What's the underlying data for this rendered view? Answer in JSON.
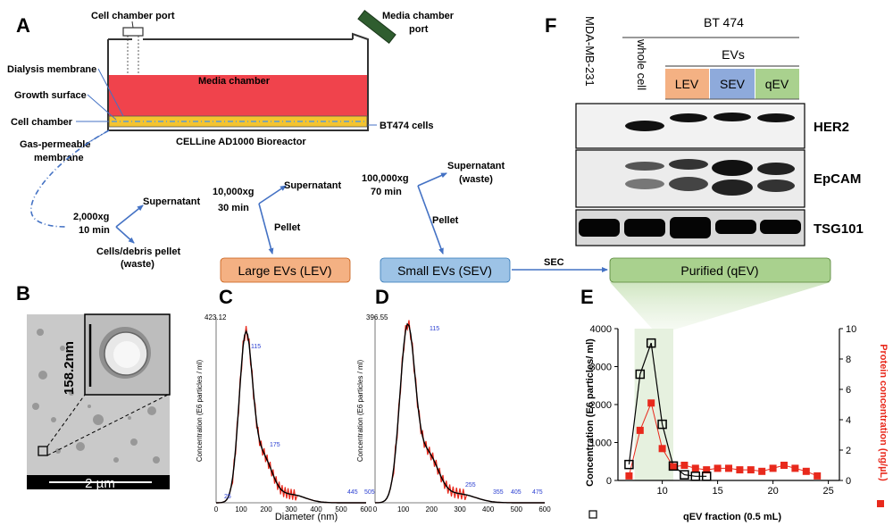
{
  "panels": {
    "A": "A",
    "B": "B",
    "C": "C",
    "D": "D",
    "E": "E",
    "F": "F"
  },
  "bioreactor": {
    "cell_chamber_port": "Cell chamber port",
    "media_chamber_port_line1": "Media chamber",
    "media_chamber_port_line2": "port",
    "media_chamber": "Media chamber",
    "dialysis_membrane": "Dialysis membrane",
    "growth_surface": "Growth surface",
    "cell_chamber": "Cell chamber",
    "gas_permeable_line1": "Gas-permeable",
    "gas_permeable_line2": "membrane",
    "bt474_cells": "BT474 cells",
    "name": "CELLine AD1000 Bioreactor"
  },
  "workflow": {
    "step1_speed": "2,000xg",
    "step1_time": "10 min",
    "pellet1_line1": "Cells/debris pellet",
    "pellet1_line2": "(waste)",
    "supernatant1": "Supernatant",
    "step2_speed": "10,000xg",
    "step2_time": "30 min",
    "supernatant2": "Supernatant",
    "pellet2": "Pellet",
    "step3_speed": "100,000xg",
    "step3_time": "70 min",
    "supernatant3_line1": "Supernatant",
    "supernatant3_line2": "(waste)",
    "pellet3": "Pellet",
    "lev_box": "Large EVs (LEV)",
    "sev_box": "Small EVs (SEV)",
    "sec": "SEC",
    "qev_box": "Purified (qEV)",
    "colors": {
      "lev": "#f4b183",
      "sev": "#9dc3e6",
      "qev": "#a9d18e",
      "arrow": "#4472c4"
    }
  },
  "tem": {
    "inset_scale": "158.2nm",
    "scale": "2 µm"
  },
  "nta_c": {
    "ymax": "423.12",
    "ylabel": "Concentration (E6 particles / ml)",
    "xlabel": "Diameter (nm)",
    "xticks": [
      "0",
      "100",
      "200",
      "300",
      "400",
      "500",
      "600"
    ],
    "peaks": [
      "115",
      "175",
      "25",
      "445",
      "505"
    ]
  },
  "nta_d": {
    "ymax": "396.55",
    "ylabel": "Concentration (E6 particles / ml)",
    "xticks": [
      "0",
      "100",
      "200",
      "300",
      "400",
      "500",
      "600"
    ],
    "peaks": [
      "115",
      "255",
      "355",
      "405",
      "475"
    ]
  },
  "western": {
    "bt474": "BT 474",
    "mda": "MDA-MB-231",
    "whole_cell": "whole cell",
    "evs": "EVs",
    "lev": "LEV",
    "sev": "SEV",
    "qev": "qEV",
    "her2": "HER2",
    "epcam": "EpCAM",
    "tsg101": "TSG101"
  },
  "chart_data": {
    "type": "scatter",
    "title": "",
    "xlabel": "qEV  fraction (0.5 mL)",
    "ylabel": "Concentration (E6 particles/ ml)",
    "y2label": "Protein concentration (ng/µL)",
    "xlim": [
      6,
      26
    ],
    "ylim": [
      0,
      4000
    ],
    "y2lim": [
      0,
      10
    ],
    "xticks": [
      "10",
      "15",
      "20",
      "25"
    ],
    "yticks": [
      "0",
      "1000",
      "2000",
      "3000",
      "4000"
    ],
    "y2ticks": [
      "0",
      "2",
      "4",
      "6",
      "8",
      "10"
    ],
    "shaded_fractions": [
      7.5,
      11
    ],
    "series": [
      {
        "name": "Concentration (E6 particles/ ml)",
        "axis": "left",
        "marker": "open-square",
        "color": "#000000",
        "x": [
          7,
          8,
          9,
          10,
          11,
          12,
          13,
          14
        ],
        "y": [
          420,
          2800,
          3620,
          1480,
          380,
          150,
          110,
          110
        ]
      },
      {
        "name": "Protein concentration (ng/µL)",
        "axis": "right",
        "marker": "filled-square",
        "color": "#e8291c",
        "x": [
          7,
          8,
          9,
          10,
          11,
          12,
          13,
          14,
          15,
          16,
          17,
          18,
          19,
          20,
          21,
          22,
          23,
          24
        ],
        "y": [
          0.3,
          3.3,
          5.1,
          2.1,
          0.9,
          1.0,
          0.8,
          0.7,
          0.8,
          0.8,
          0.7,
          0.7,
          0.6,
          0.8,
          1.0,
          0.8,
          0.6,
          0.3
        ]
      }
    ]
  }
}
